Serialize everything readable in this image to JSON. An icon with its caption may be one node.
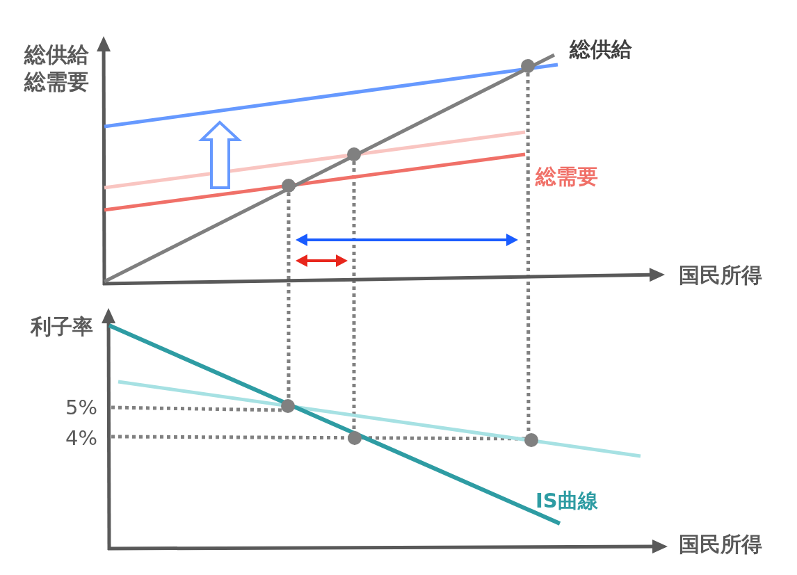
{
  "diagram": {
    "labels": [
      "総供給",
      "総需要",
      "総供給",
      "総需要",
      "国民所得",
      "利子率",
      "5%",
      "4%",
      "IS曲線",
      "国民所得"
    ]
  }
}
